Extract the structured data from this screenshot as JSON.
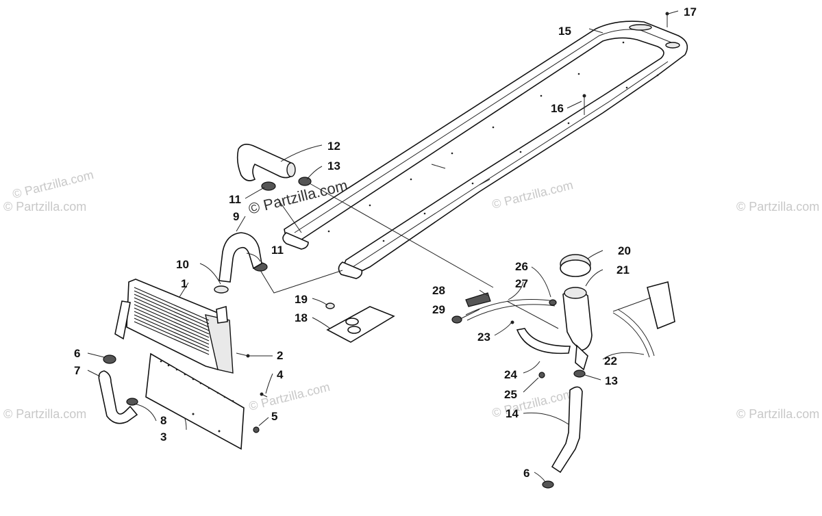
{
  "diagram": {
    "watermark_text": "© Partzilla.com",
    "center_watermark_text": "© Partzilla.com",
    "callouts": {
      "c1": "1",
      "c2": "2",
      "c3": "3",
      "c4": "4",
      "c5": "5",
      "c6a": "6",
      "c6b": "6",
      "c7": "7",
      "c8": "8",
      "c9": "9",
      "c10": "10",
      "c11a": "11",
      "c11b": "11",
      "c12": "12",
      "c13a": "13",
      "c13b": "13",
      "c14": "14",
      "c15": "15",
      "c16": "16",
      "c17": "17",
      "c18": "18",
      "c19": "19",
      "c20": "20",
      "c21": "21",
      "c22": "22",
      "c23": "23",
      "c24": "24",
      "c25": "25",
      "c26": "26",
      "c27": "27",
      "c28": "28",
      "c29": "29"
    }
  }
}
